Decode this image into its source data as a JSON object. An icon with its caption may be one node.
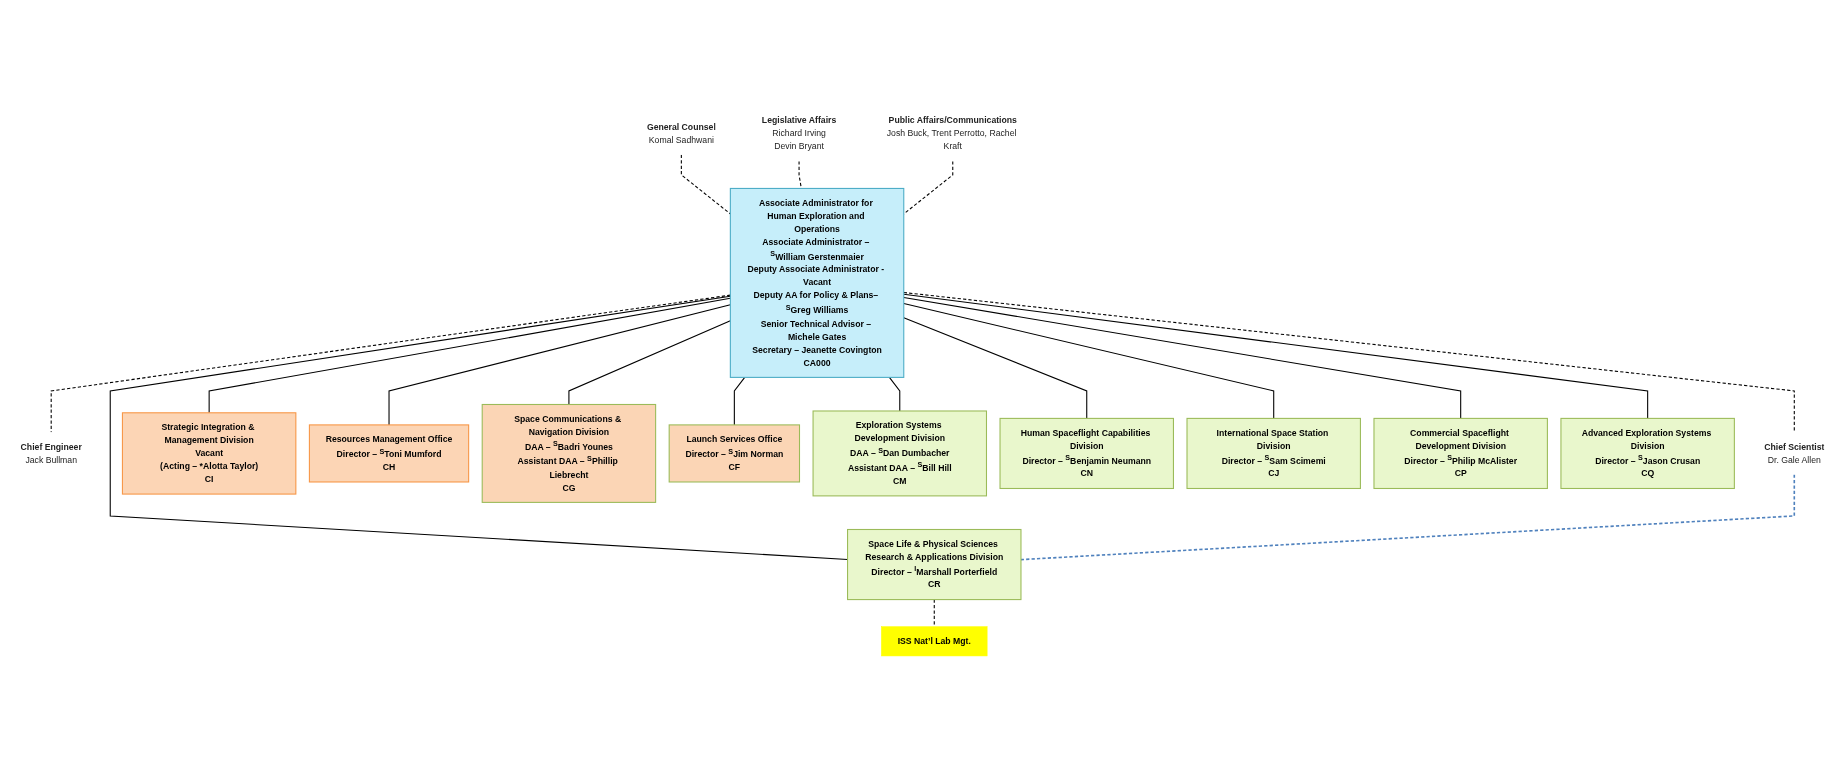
{
  "diagram": {
    "nodes": [
      {
        "text": [
          "General Counsel",
          "Komal Sadhwani"
        ]
      },
      {
        "text": [
          "Legislative Affairs",
          "Richard Irving",
          "Devin Bryant"
        ]
      },
      {
        "text": [
          "Public Affairs/Communications",
          "Josh Buck, Trent Perrotto, Rachel Kraft"
        ]
      },
      {
        "text": [
          "Associate Administrator for Human Exploration and Operations",
          "Associate Administrator – $^{S}$William Gerstenmaier",
          "Deputy Associate Administrator - Vacant",
          "Deputy AA for Policy & Plans– $^{S}$Greg Williams",
          "Senior Technical Advisor – Michele Gates",
          "Secretary – Jeanette Covington",
          "CA000"
        ]
      },
      {
        "text": [
          "Chief Engineer",
          "Jack Bullman"
        ]
      },
      {
        "text": [
          "Chief Scientist",
          "Dr. Gale Allen"
        ]
      },
      {
        "text": [
          "Strategic Integration & Management Division",
          "Vacant",
          "(Acting – *Alotta Taylor)",
          "CI"
        ]
      },
      {
        "text": [
          "Resources Management Office",
          "Director – $^{S}$Toni Mumford",
          "CH"
        ]
      },
      {
        "text": [
          "Space Communications & Navigation Division",
          "DAA – $^{S}$Badri Younes",
          "Assistant DAA – $^{S}$Phillip Liebrecht",
          "CG"
        ]
      },
      {
        "text": [
          "Launch Services Office",
          "Director – $^{S}$Jim Norman",
          "CF"
        ]
      },
      {
        "text": [
          "Exploration Systems Development Division",
          "DAA – $^{S}$Dan Dumbacher",
          "Assistant DAA – $^{S}$Bill Hill",
          "CM"
        ]
      },
      {
        "text": [
          "Human Spaceflight Capabilities Division",
          "Director – $^{S}$Benjamin Neumann",
          "CN"
        ]
      },
      {
        "text": [
          "International Space Station Division",
          "Director – $^{S}$Sam Scimemi",
          "CJ"
        ]
      },
      {
        "text": [
          "Commercial Spaceflight Development Division",
          "Director – $^{S}$Philip McAlister",
          "CP"
        ]
      },
      {
        "text": [
          "Advanced Exploration Systems Division",
          "Director – $^{S}$Jason Crusan",
          "CQ"
        ]
      },
      {
        "text": [
          "Space Life & Physical Sciences Research & Applications Division",
          "Director – $^{I}$Marshall Porterfield",
          "CR"
        ]
      },
      {
        "text": [
          "ISS Nat’l Lab Mgt."
        ]
      }
    ],
    "edges": [
      {
        "from": 0,
        "to": 3,
        "arrow": "none",
        "style": "dashed"
      },
      {
        "from": 1,
        "to": 3,
        "arrow": "none",
        "style": "dashed"
      },
      {
        "from": 2,
        "to": 3,
        "arrow": "none",
        "style": "dashed"
      },
      {
        "from": 3,
        "to": 4,
        "arrow": "none",
        "style": "dashed"
      },
      {
        "from": 3,
        "to": 5,
        "arrow": "none",
        "style": "dashed"
      },
      {
        "from": 3,
        "to": 6,
        "arrow": "none"
      },
      {
        "from": 3,
        "to": 7,
        "arrow": "none"
      },
      {
        "from": 3,
        "to": 8,
        "arrow": "none"
      },
      {
        "from": 3,
        "to": 9,
        "arrow": "none"
      },
      {
        "from": 3,
        "to": 10,
        "arrow": "none"
      },
      {
        "from": 3,
        "to": 11,
        "arrow": "none"
      },
      {
        "from": 3,
        "to": 12,
        "arrow": "none"
      },
      {
        "from": 3,
        "to": 13,
        "arrow": "none"
      },
      {
        "from": 3,
        "to": 14,
        "arrow": "none"
      },
      {
        "from": 3,
        "to": 15,
        "arrow": "none"
      },
      {
        "from": 15,
        "to": 16,
        "arrow": "none",
        "style": "dashed"
      },
      {
        "from": 5,
        "to": 15,
        "arrow": "none",
        "style": "dashed",
        "color": "#4f81bd"
      }
    ]
  }
}
